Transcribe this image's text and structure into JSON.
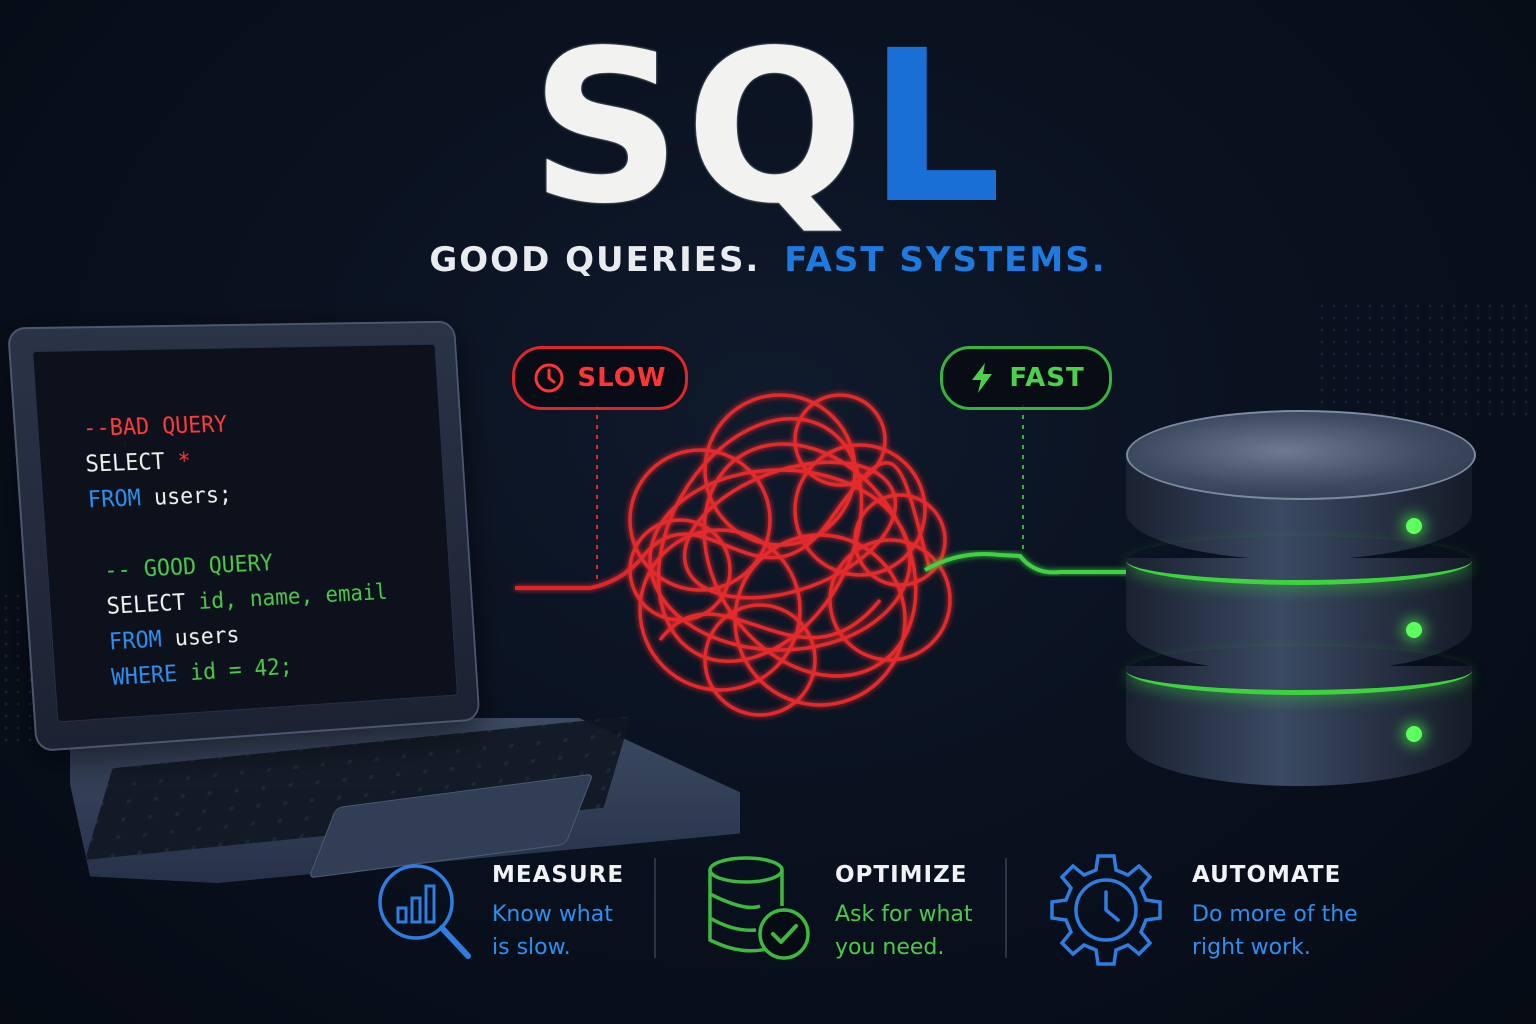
{
  "header": {
    "title_part1": "SQ",
    "title_part2": "L",
    "tagline_white": "GOOD QUERIES.",
    "tagline_blue": "FAST SYSTEMS."
  },
  "laptop": {
    "code_lines": [
      {
        "text": "--BAD QUERY",
        "color": "#ff3b3b"
      },
      {
        "text": "SELECT ",
        "extra": "*",
        "color": "#f2f2f2",
        "extra_color": "#ff3b3b"
      },
      {
        "text": "FROM ",
        "extra": "users;",
        "color": "#2f8ff0",
        "extra_color": "#f2f2f2"
      },
      {
        "text": "",
        "color": "#f2f2f2"
      },
      {
        "text": "-- GOOD QUERY",
        "color": "#4cc94c"
      },
      {
        "text": "SELECT ",
        "extra": "id, name, email",
        "color": "#f2f2f2",
        "extra_color": "#4cc94c"
      },
      {
        "text": "FROM ",
        "extra": "users",
        "color": "#2f8ff0",
        "extra_color": "#f2f2f2"
      },
      {
        "text": "WHERE ",
        "extra": "id = 42;",
        "color": "#2f8ff0",
        "extra_color": "#4cc94c"
      }
    ]
  },
  "flow": {
    "slow_label": "SLOW",
    "fast_label": "FAST",
    "slow_icon": "clock-icon",
    "fast_icon": "lightning-icon",
    "slow_color": "#e0262a",
    "fast_color": "#35b33a"
  },
  "database": {
    "icon": "database-server-icon",
    "led_color": "#5cff5c"
  },
  "features": [
    {
      "icon": "magnify-chart-icon",
      "title": "MEASURE",
      "desc_line1": "Know what",
      "desc_line2": "is slow.",
      "color": "#2f8ff0"
    },
    {
      "icon": "database-check-icon",
      "title": "OPTIMIZE",
      "desc_line1": "Ask for what",
      "desc_line2": "you need.",
      "color": "#4cc94c"
    },
    {
      "icon": "gear-clock-icon",
      "title": "AUTOMATE",
      "desc_line1": "Do more of the",
      "desc_line2": "right work.",
      "color": "#2f8ff0"
    }
  ]
}
